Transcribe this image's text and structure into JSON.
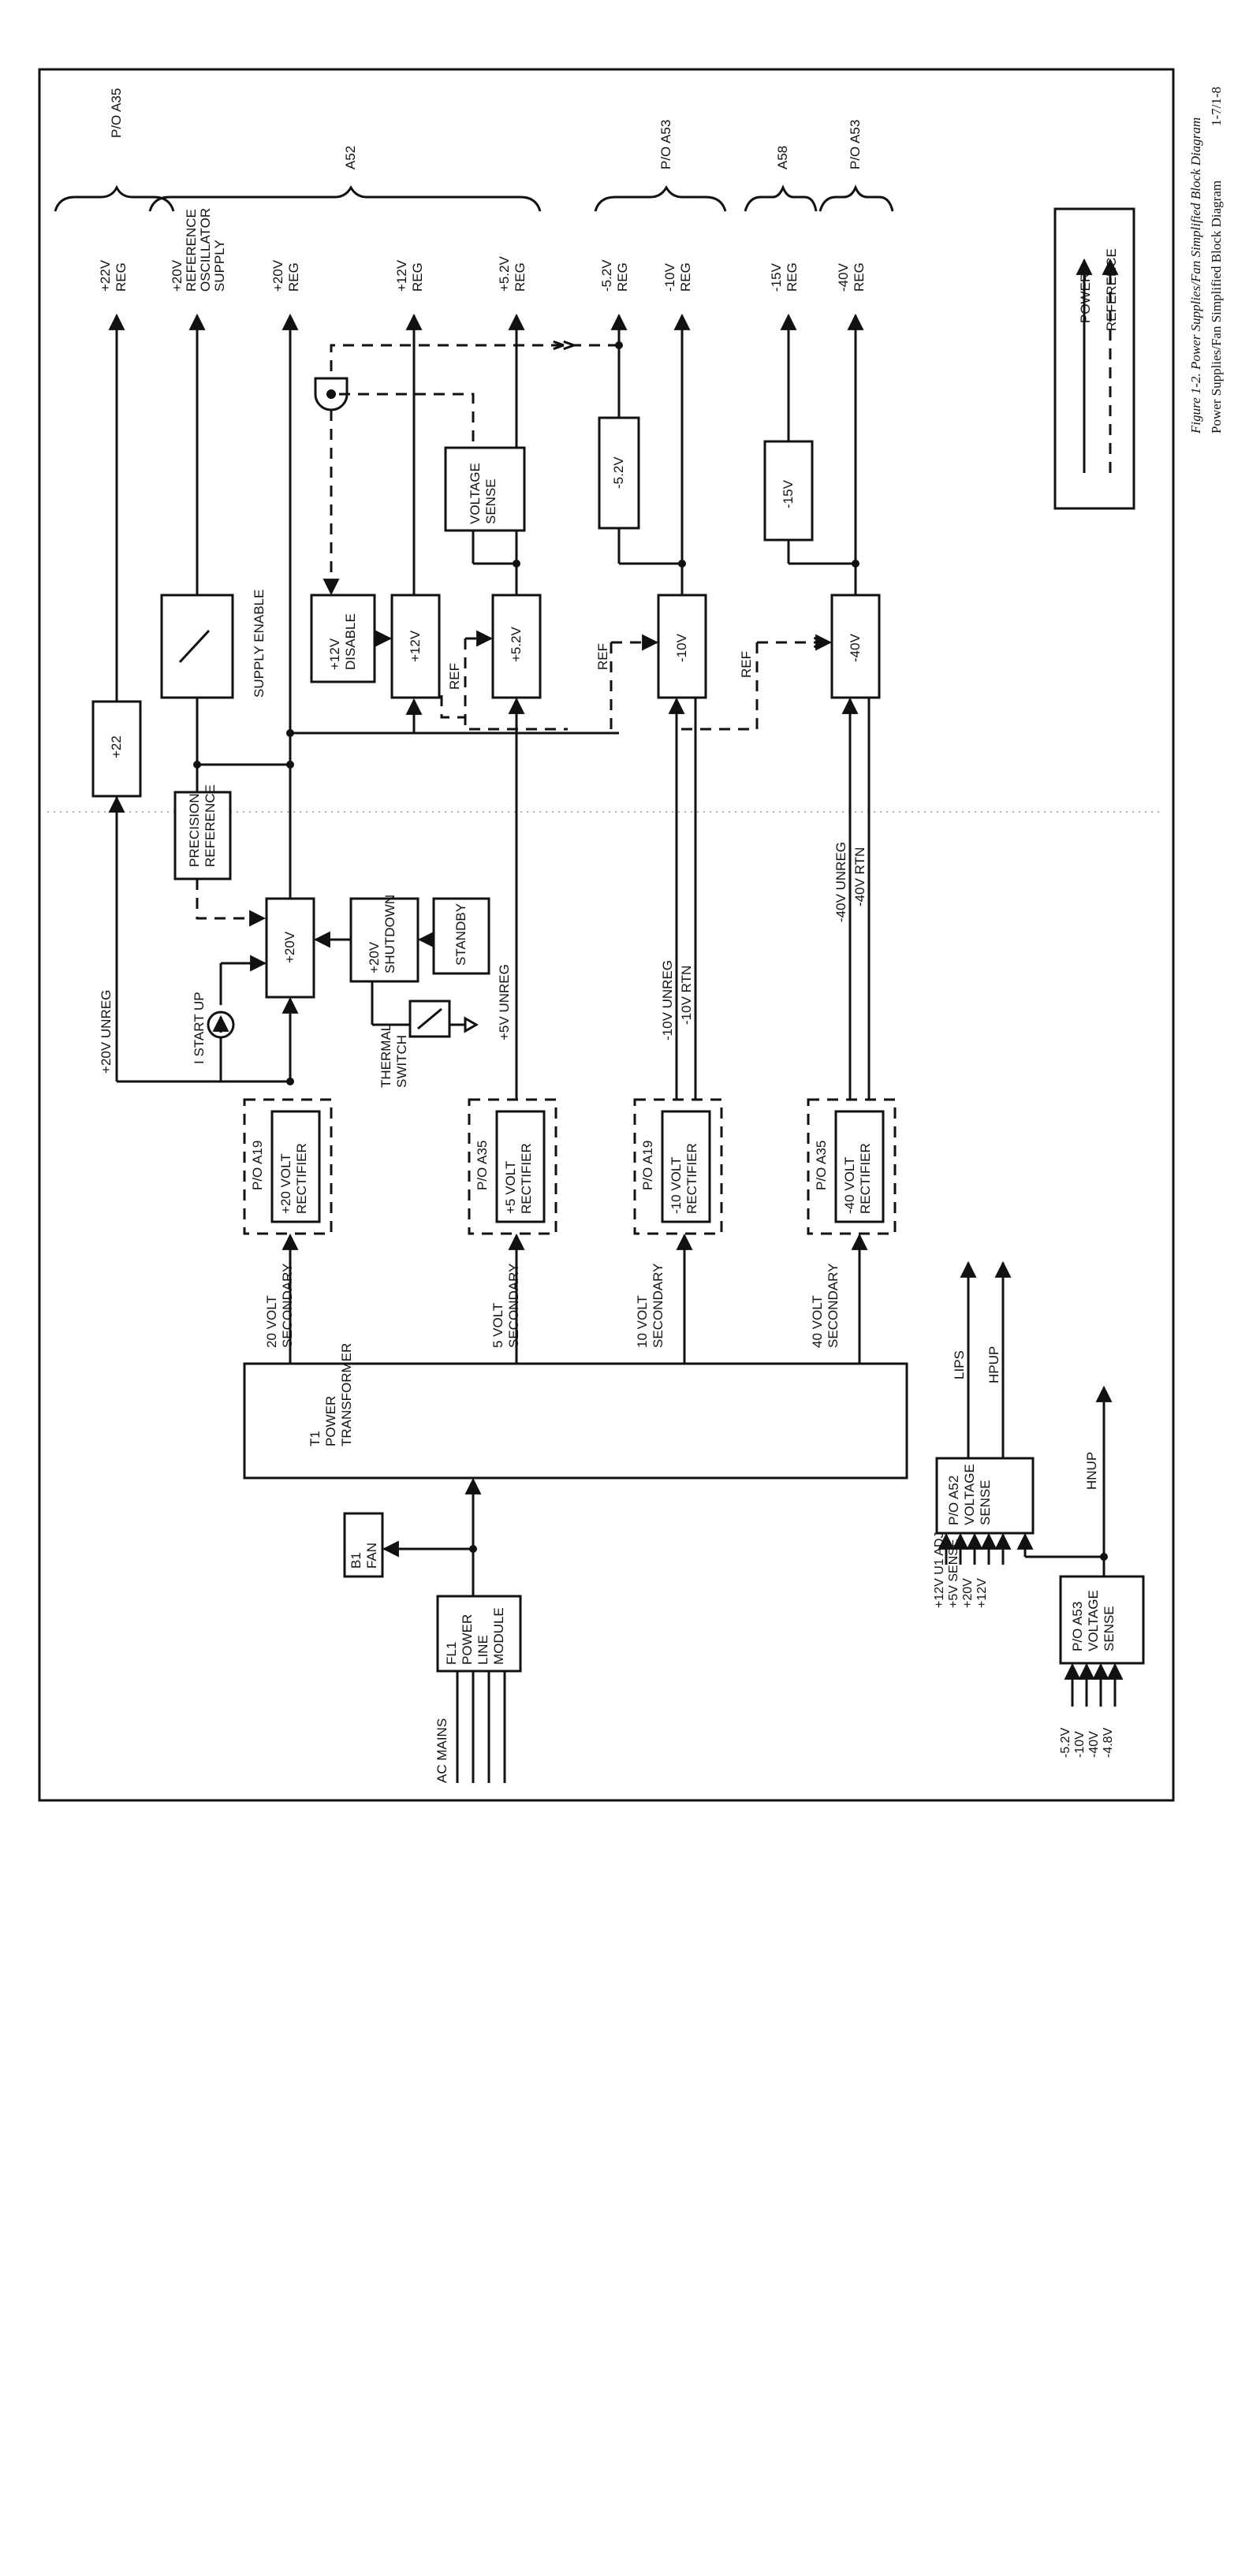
{
  "groups": {
    "po_a35_top": "P/O A35",
    "a52": "A52",
    "po_a53_a": "P/O A53",
    "a58": "A58",
    "po_a53_b": "P/O A53"
  },
  "outputs": {
    "p22": [
      "+22V",
      "REG"
    ],
    "p20ref": [
      "+20V",
      "REFERENCE",
      "OSCILLATOR",
      "SUPPLY"
    ],
    "p20": [
      "+20V",
      "REG"
    ],
    "p12": [
      "+12V",
      "REG"
    ],
    "p52": [
      "+5.2V",
      "REG"
    ],
    "m52": [
      "-5.2V",
      "REG"
    ],
    "m10": [
      "-10V",
      "REG"
    ],
    "m15": [
      "-15V",
      "REG"
    ],
    "m40": [
      "-40V",
      "REG"
    ]
  },
  "blocks": {
    "b22": [
      "+22"
    ],
    "b20": [
      "+20V"
    ],
    "precision": [
      "PRECISION",
      "REFERENCE"
    ],
    "shutdown": [
      "+20V",
      "SHUTDOWN"
    ],
    "standby": [
      "STANDBY"
    ],
    "disable12": [
      "+12V",
      "DISABLE"
    ],
    "b12": [
      "+12V"
    ],
    "b52": [
      "+5.2V"
    ],
    "vsense": [
      "VOLTAGE",
      "SENSE"
    ],
    "b10": [
      "-10V"
    ],
    "b40": [
      "-40V"
    ],
    "bm52": [
      "-5.2V"
    ],
    "bm15": [
      "-15V"
    ],
    "rect20": [
      "+20 VOLT",
      "RECTIFIER"
    ],
    "rect5": [
      "+5 VOLT",
      "RECTIFIER"
    ],
    "rect10": [
      "-10 VOLT",
      "RECTIFIER"
    ],
    "rect40": [
      "-40 VOLT",
      "RECTIFIER"
    ],
    "transformer": [
      "T1",
      "POWER",
      "TRANSFORMER"
    ],
    "fan": [
      "B1",
      "FAN"
    ],
    "fl1": [
      "FL1",
      "POWER",
      "LINE",
      "MODULE"
    ],
    "vsa52": [
      "P/O A52",
      "VOLTAGE",
      "SENSE"
    ],
    "vsa53": [
      "P/O A53",
      "VOLTAGE",
      "SENSE"
    ]
  },
  "rect_groups": {
    "r20": "P/O A19",
    "r5": "P/O A35",
    "r10": "P/O A19",
    "r40": "P/O A35"
  },
  "labels": {
    "supply_enable": "SUPPLY ENABLE",
    "ref_12": "REF",
    "ref_10": "REF",
    "ref_40": "REF",
    "unreg20": "+20V UNREG",
    "startup": "I START UP",
    "thermal": [
      "THERMAL",
      "SWITCH"
    ],
    "unreg5": "+5V UNREG",
    "unreg10": "-10V UNREG",
    "rtn10": "-10V RTN",
    "unreg40": "-40V UNREG",
    "rtn40": "-40V RTN",
    "sec20": [
      "20 VOLT",
      "SECONDARY"
    ],
    "sec5": [
      "5 VOLT",
      "SECONDARY"
    ],
    "sec10": [
      "10 VOLT",
      "SECONDARY"
    ],
    "sec40": [
      "40 VOLT",
      "SECONDARY"
    ],
    "ac_mains": "AC MAINS",
    "lips": "LIPS",
    "hpup": "HPUP",
    "hnup": "HNUP",
    "sense_a52_inputs": [
      "+12V U1 ADJ",
      "+5V SENSE",
      "+20V",
      "+12V"
    ],
    "sense_a53_inputs": [
      "-5.2V",
      "-10V",
      "-40V",
      "-4.8V"
    ]
  },
  "legend": {
    "power": "POWER",
    "reference": "REFERENCE"
  },
  "caption": {
    "figure": "Figure 1-2. Power Supplies/Fan Simplified Block Diagram",
    "title": "Power Supplies/Fan Simplified Block Diagram",
    "page": "1-7/1-8"
  }
}
